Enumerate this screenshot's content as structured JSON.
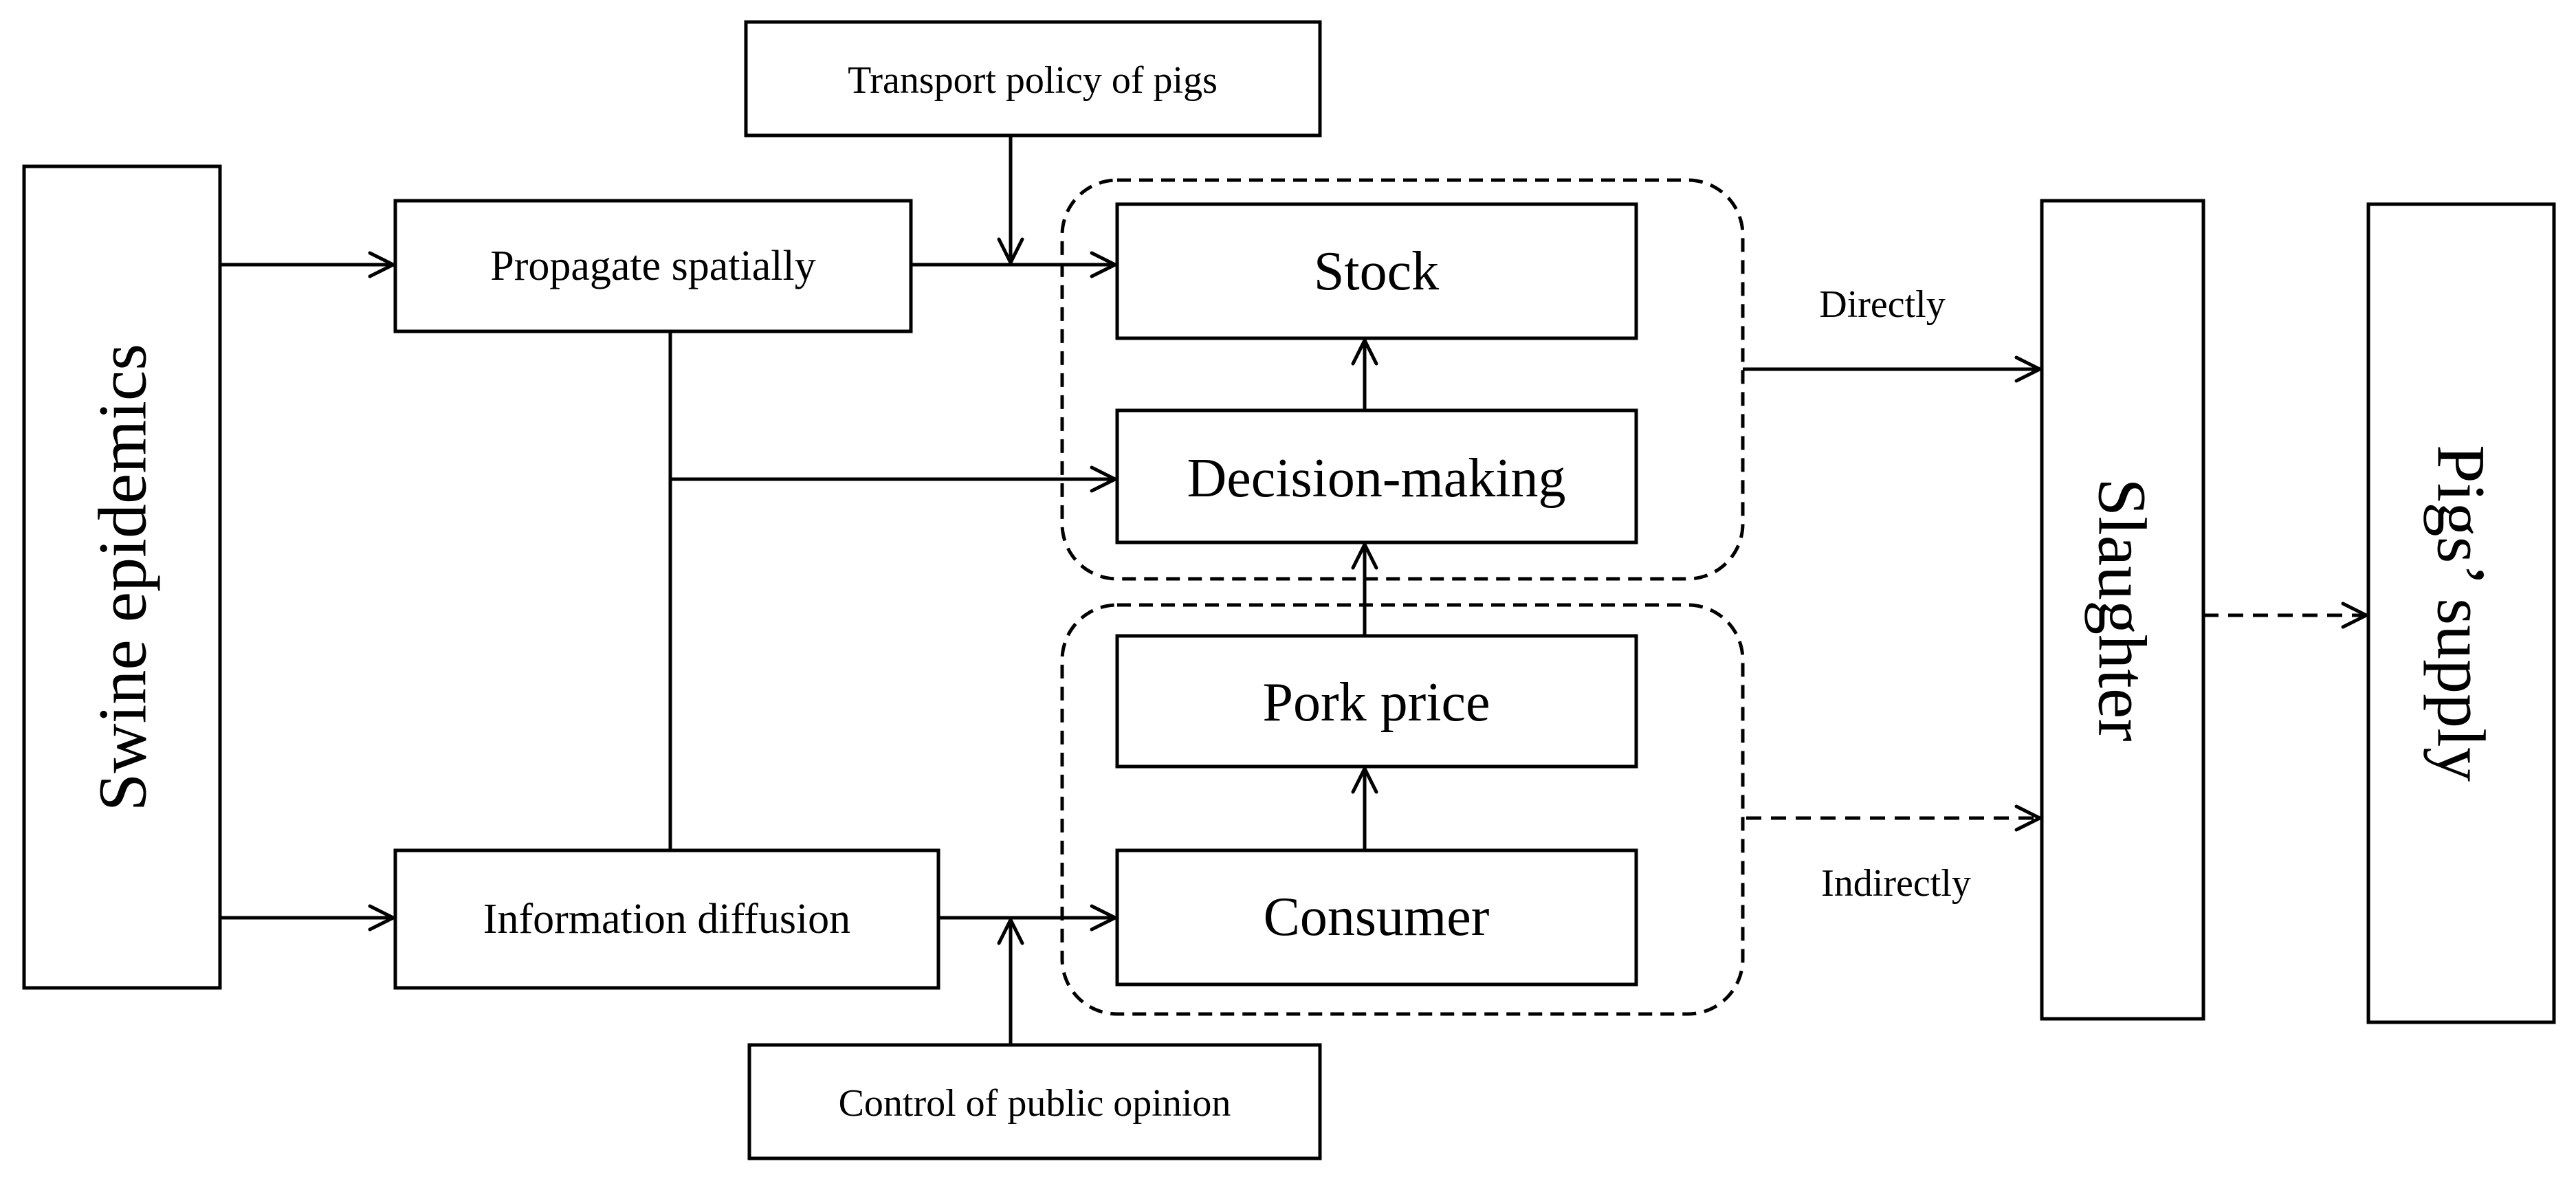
{
  "nodes": {
    "swine_epidemics": "Swine epidemics",
    "transport_policy": "Transport policy of pigs",
    "propagate_spatially": "Propagate spatially",
    "information_diffusion": "Information diffusion",
    "control_public_opinion": "Control of public opinion",
    "stock": "Stock",
    "decision_making": "Decision-making",
    "pork_price": "Pork price",
    "consumer": "Consumer",
    "slaughter": "Slaughter",
    "pigs_supply": "Pigs’ supply"
  },
  "edge_labels": {
    "directly": "Directly",
    "indirectly": "Indirectly"
  }
}
